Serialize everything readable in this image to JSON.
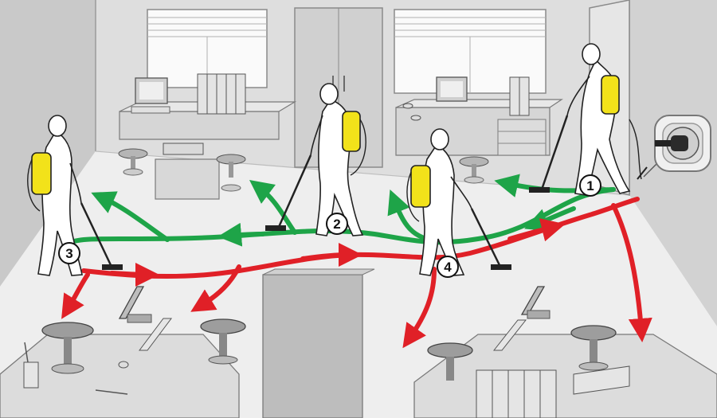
{
  "steps": [
    {
      "number": "1"
    },
    {
      "number": "2"
    },
    {
      "number": "3"
    },
    {
      "number": "4"
    }
  ],
  "route_colors": {
    "green": "#1ea448",
    "red": "#e02027",
    "vacuum_tank": "#f2e21a",
    "outline": "#222222"
  },
  "icons": [
    "wall-socket-plug-icon",
    "person-with-backpack-vacuum-icon",
    "desk-icon",
    "stool-icon",
    "monitor-icon",
    "binder-icon"
  ]
}
